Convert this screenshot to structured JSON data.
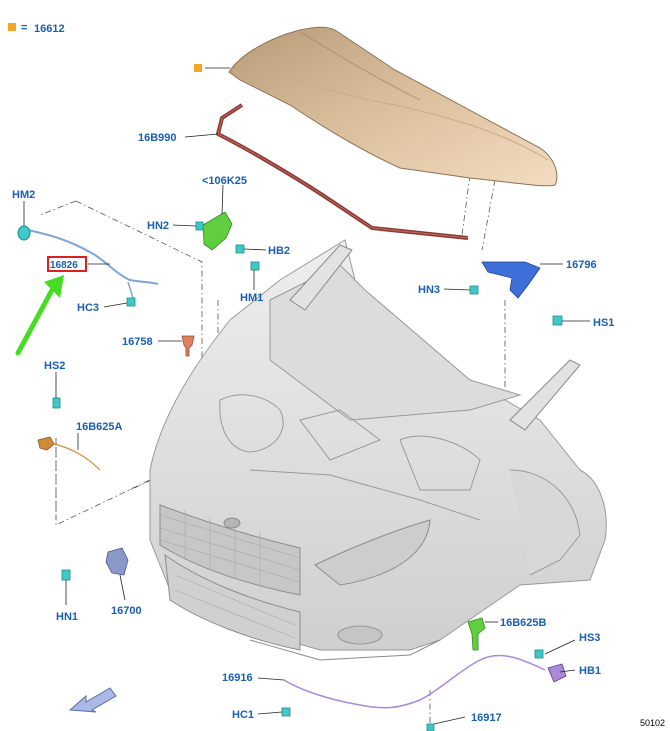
{
  "legend": {
    "code": "16612",
    "marker_color": "#f5a623"
  },
  "labels": {
    "hm2": "HM2",
    "l16826": "16826",
    "hc3": "HC3",
    "l16758": "16758",
    "hs2": "HS2",
    "l16b625a": "16B625A",
    "hn1": "HN1",
    "l16700": "16700",
    "l16b990": "16B990",
    "l106k25": "<106K25",
    "hn2": "HN2",
    "hb2": "HB2",
    "hm1": "HM1",
    "l16796": "16796",
    "hn3": "HN3",
    "hs1": "HS1",
    "l16b625b": "16B625B",
    "hs3": "HS3",
    "hb1": "HB1",
    "l16916": "16916",
    "hc1": "HC1",
    "l16917": "16917"
  },
  "reference_code": "50102",
  "colors": {
    "label_text": "#1a5fb4",
    "hood": "#d6b894",
    "seal": "#8a3a34",
    "highlight_box": "#e02020",
    "arrow": "#44dd22",
    "cable": "#7fa6d9",
    "bracket_blue": "#3f6fd8",
    "latch_green": "#5fcf3f",
    "clip_cyan": "#3fc8c8",
    "cable_purple": "#a98ad8",
    "bracket_orange": "#d08a3a",
    "plug_salmon": "#e08060"
  }
}
